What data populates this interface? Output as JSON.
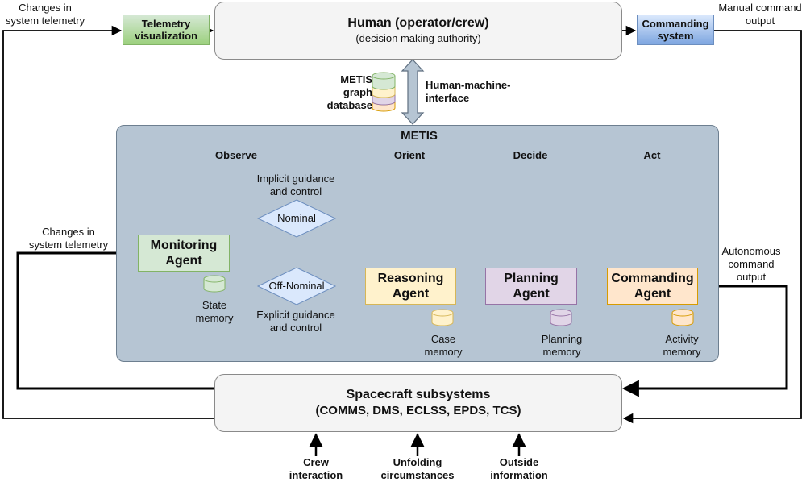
{
  "human": {
    "title": "Human (operator/crew)",
    "subtitle": "(decision making authority)"
  },
  "telemetry_visualization": "Telemetry visualization",
  "commanding_system": "Commanding system",
  "left_top_label": [
    "Changes in",
    "system telemetry"
  ],
  "right_top_label": [
    "Manual command",
    "output"
  ],
  "database_label": [
    "METIS",
    "graph",
    "database"
  ],
  "hmi_label": [
    "Human-machine-",
    "interface"
  ],
  "metis": {
    "title": "METIS",
    "phases": [
      "Observe",
      "Orient",
      "Decide",
      "Act"
    ]
  },
  "guidance": {
    "implicit": [
      "Implicit guidance",
      "and control"
    ],
    "explicit": [
      "Explicit guidance",
      "and control"
    ],
    "nominal": "Nominal",
    "off_nominal": "Off-Nominal"
  },
  "agents": {
    "monitoring": [
      "Monitoring",
      "Agent"
    ],
    "reasoning": [
      "Reasoning",
      "Agent"
    ],
    "planning": [
      "Planning",
      "Agent"
    ],
    "commanding": [
      "Commanding",
      "Agent"
    ]
  },
  "memories": {
    "state": [
      "State",
      "memory"
    ],
    "case": [
      "Case",
      "memory"
    ],
    "planning": [
      "Planning",
      "memory"
    ],
    "activity": [
      "Activity",
      "memory"
    ]
  },
  "left_mid_label": [
    "Changes in",
    "system telemetry"
  ],
  "right_mid_label": [
    "Autonomous",
    "command",
    "output"
  ],
  "spacecraft": {
    "title": "Spacecraft subsystems",
    "subtitle": "(COMMS, DMS, ECLSS, EPDS, TCS)"
  },
  "inputs": [
    [
      "Crew",
      "interaction"
    ],
    [
      "Unfolding",
      "circumstances"
    ],
    [
      "Outside",
      "information"
    ]
  ],
  "colors": {
    "metis_bg": "#b6c5d3",
    "green": "#d5e8d4",
    "yellow": "#fff2cc",
    "purple": "#e1d5e7",
    "orange": "#ffe6cc",
    "blue": "#dae8fc"
  }
}
